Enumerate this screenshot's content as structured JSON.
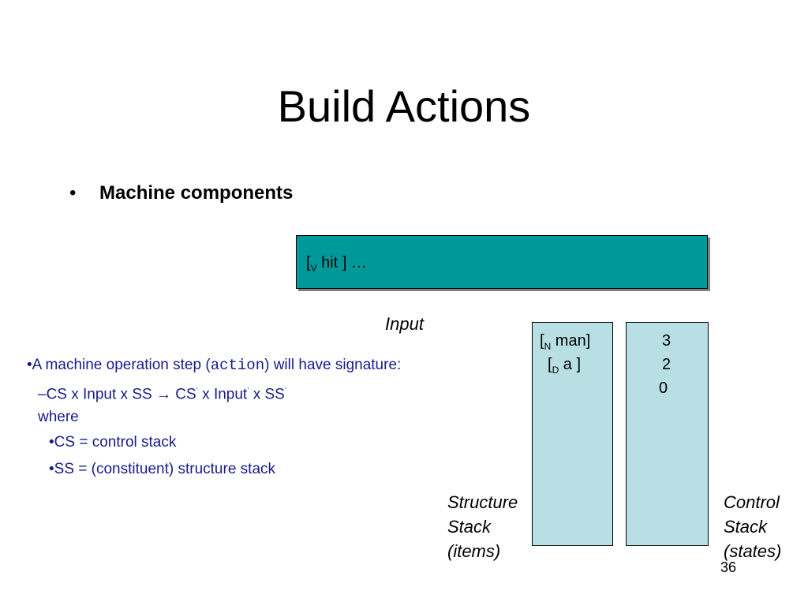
{
  "slide": {
    "title": "Build Actions",
    "bullet_symbol": "•",
    "bullet_text": "Machine components",
    "page_number": "36"
  },
  "input_box": {
    "open_bracket": "[",
    "subscript": "V",
    "rest": " hit ] …",
    "label": "Input"
  },
  "structure_stack": {
    "items": [
      {
        "open": "[",
        "sub": "N",
        "rest": " man]"
      },
      {
        "open": "[",
        "sub": "D",
        "rest": " a ]"
      }
    ],
    "caption": [
      "Structure",
      "Stack",
      "(items)"
    ]
  },
  "control_stack": {
    "states": [
      "3",
      "2",
      "0"
    ],
    "caption": [
      "Control",
      "Stack",
      "(states)"
    ]
  },
  "description": {
    "line1_prefix": "•A machine operation step (",
    "line1_code": "action",
    "line1_suffix": ") will have signature:",
    "line2_a": "–CS x Input x SS",
    "line2_arrow": " → ",
    "line2_b": "CS",
    "line2_c": " x Input",
    "line2_d": "  x SS",
    "prime": "’",
    "line3": "where",
    "line4": "•CS = control stack",
    "line5": "•SS = (constituent) structure stack"
  },
  "colors": {
    "input_box": "#009999",
    "stack_fill": "#b8dfe3",
    "description_text": "#1a1a8c"
  }
}
